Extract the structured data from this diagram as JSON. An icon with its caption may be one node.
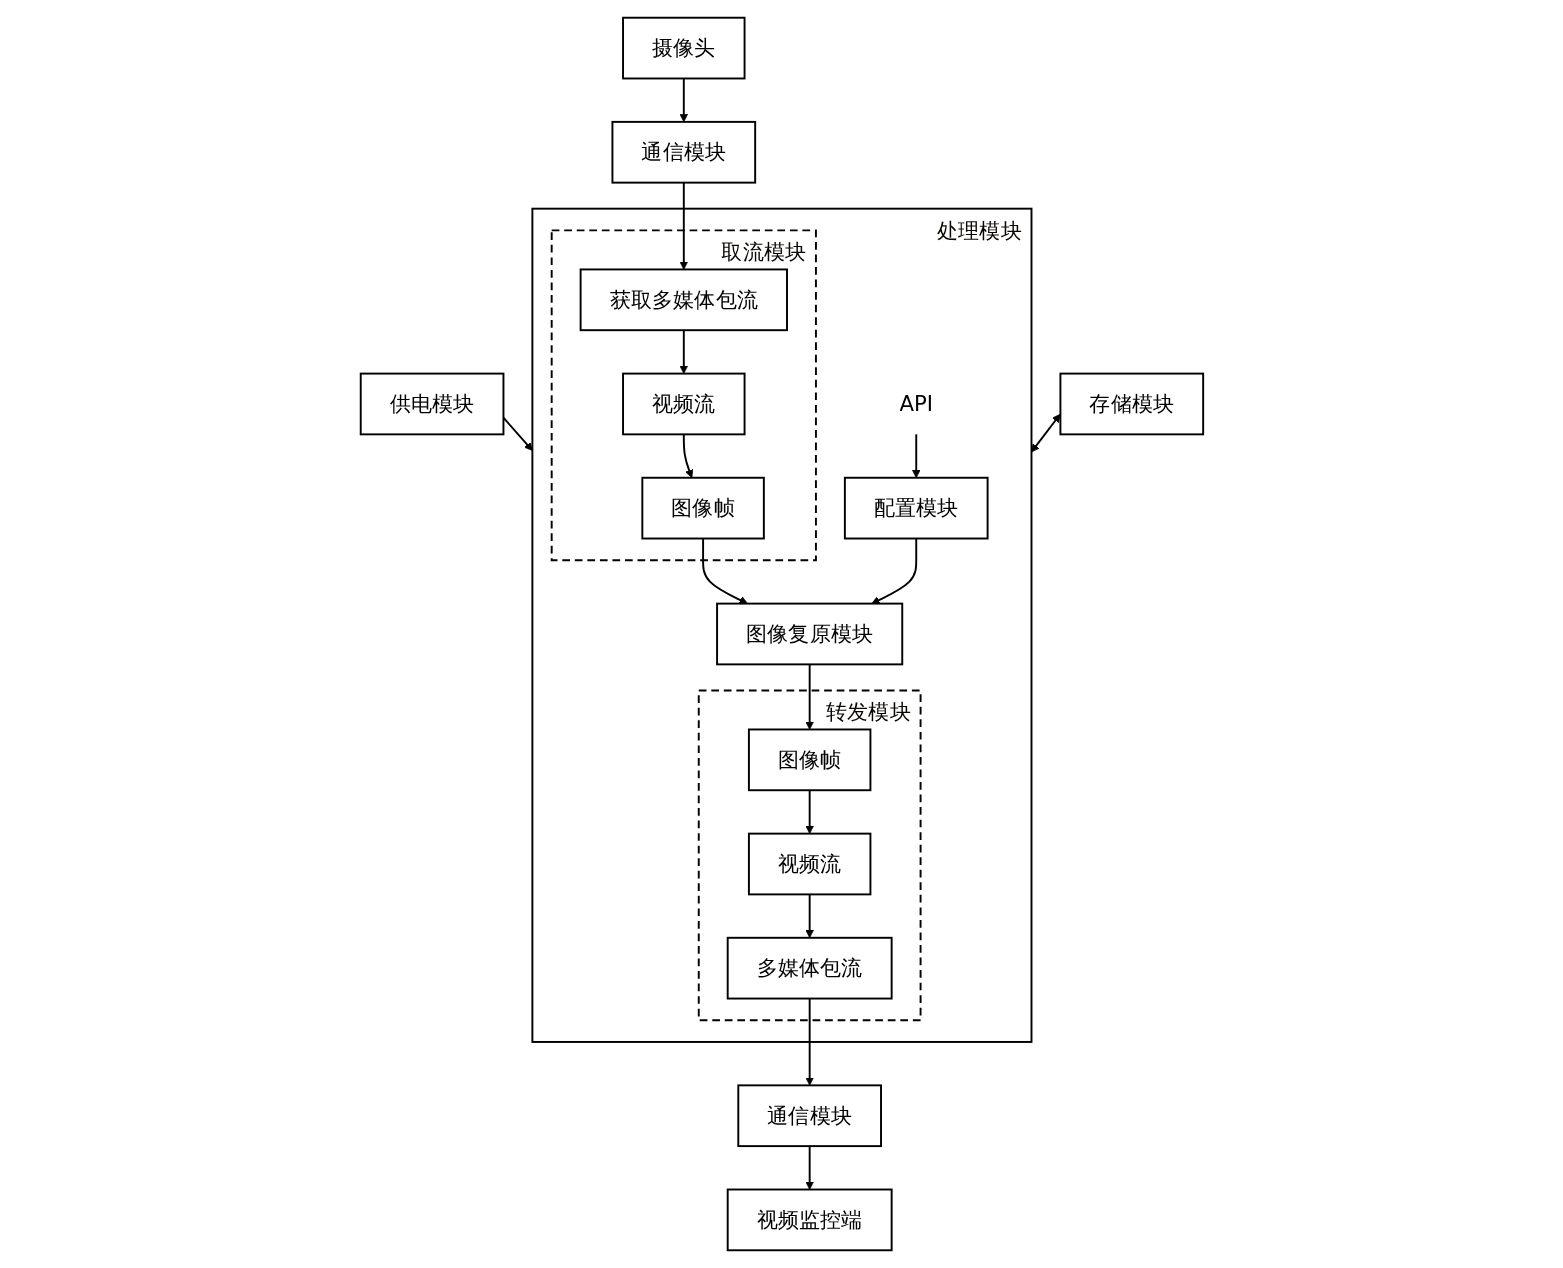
{
  "diagram": {
    "nodes": [
      {
        "text": [
          "摄像头"
        ]
      },
      {
        "text": [
          "视频监控端"
        ]
      },
      {
        "text": [
          "通信模块"
        ]
      },
      {
        "text": [
          "供电模块"
        ]
      },
      {
        "text": [
          "存储模块"
        ]
      },
      {
        "text": [
          "通信模块"
        ]
      },
      {
        "text": [
          "处理模块"
        ]
      },
      {
        "text": [
          "API"
        ],
        "in": 6
      },
      {
        "text": [
          "取流模块"
        ],
        "in": 6
      },
      {
        "text": [
          "获取多媒体包流"
        ],
        "in": 8
      },
      {
        "text": [
          "视频流"
        ],
        "in": 8
      },
      {
        "text": [
          "图像帧"
        ],
        "in": 8
      },
      {
        "text": [
          "配置模块"
        ],
        "in": 6
      },
      {
        "text": [
          "图像复原模块"
        ],
        "in": 6
      },
      {
        "text": [
          "转发模块"
        ],
        "in": 6
      },
      {
        "text": [
          "多媒体包流"
        ],
        "in": 14
      },
      {
        "text": [
          "视频流"
        ],
        "in": 14
      },
      {
        "text": [
          "图像帧"
        ],
        "in": 14
      }
    ],
    "edges": [
      {
        "from": 0,
        "to": 2,
        "arrow": "to"
      },
      {
        "from": 2,
        "to": 9,
        "arrow": "to"
      },
      {
        "from": 3,
        "to": 6,
        "arrow": "to"
      },
      {
        "from": 4,
        "to": 6,
        "arrow": "both"
      },
      {
        "from": 15,
        "to": 5,
        "arrow": "to"
      },
      {
        "from": 5,
        "to": 1,
        "arrow": "to"
      },
      {
        "from": 7,
        "to": 12,
        "arrow": "to"
      },
      {
        "from": 9,
        "to": 10,
        "arrow": "to"
      },
      {
        "from": 10,
        "to": 11,
        "arrow": "to"
      },
      {
        "from": 11,
        "to": 13,
        "arrow": "to"
      },
      {
        "from": 12,
        "to": 13,
        "arrow": "to"
      },
      {
        "from": 13,
        "to": 17,
        "arrow": "to"
      },
      {
        "from": 17,
        "to": 16,
        "arrow": "to"
      },
      {
        "from": 16,
        "to": 15,
        "arrow": "to"
      }
    ]
  }
}
